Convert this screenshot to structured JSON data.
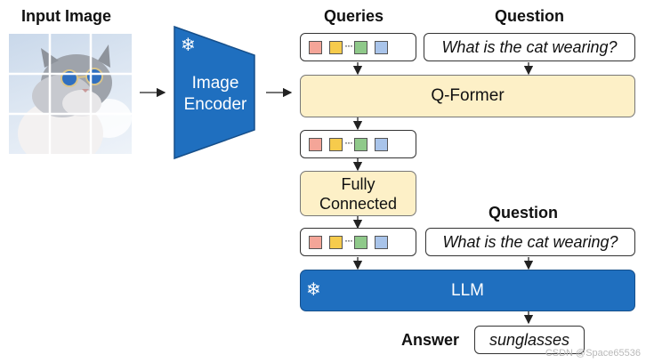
{
  "headings": {
    "input_image": "Input Image",
    "queries": "Queries",
    "question_top": "Question",
    "question_bottom": "Question",
    "answer": "Answer"
  },
  "encoder": {
    "line1": "Image",
    "line2": "Encoder",
    "icon": "snowflake-icon"
  },
  "qformer": {
    "label": "Q-Former"
  },
  "fully_connected": {
    "line1": "Fully",
    "line2": "Connected"
  },
  "llm": {
    "label": "LLM",
    "icon": "snowflake-icon"
  },
  "question_text_top": "What is the cat wearing?",
  "question_text_bottom": "What is the cat wearing?",
  "answer_text": "sunglasses",
  "token_dots": "···",
  "token_colors": [
    "#f4a598",
    "#f6cb4c",
    "#8fc98a",
    "#a9c4ea"
  ],
  "colors": {
    "encoder_blue": "#1f6fbf",
    "former_yellow": "#fdf0c7"
  },
  "watermark": "CSDN @Space65536"
}
